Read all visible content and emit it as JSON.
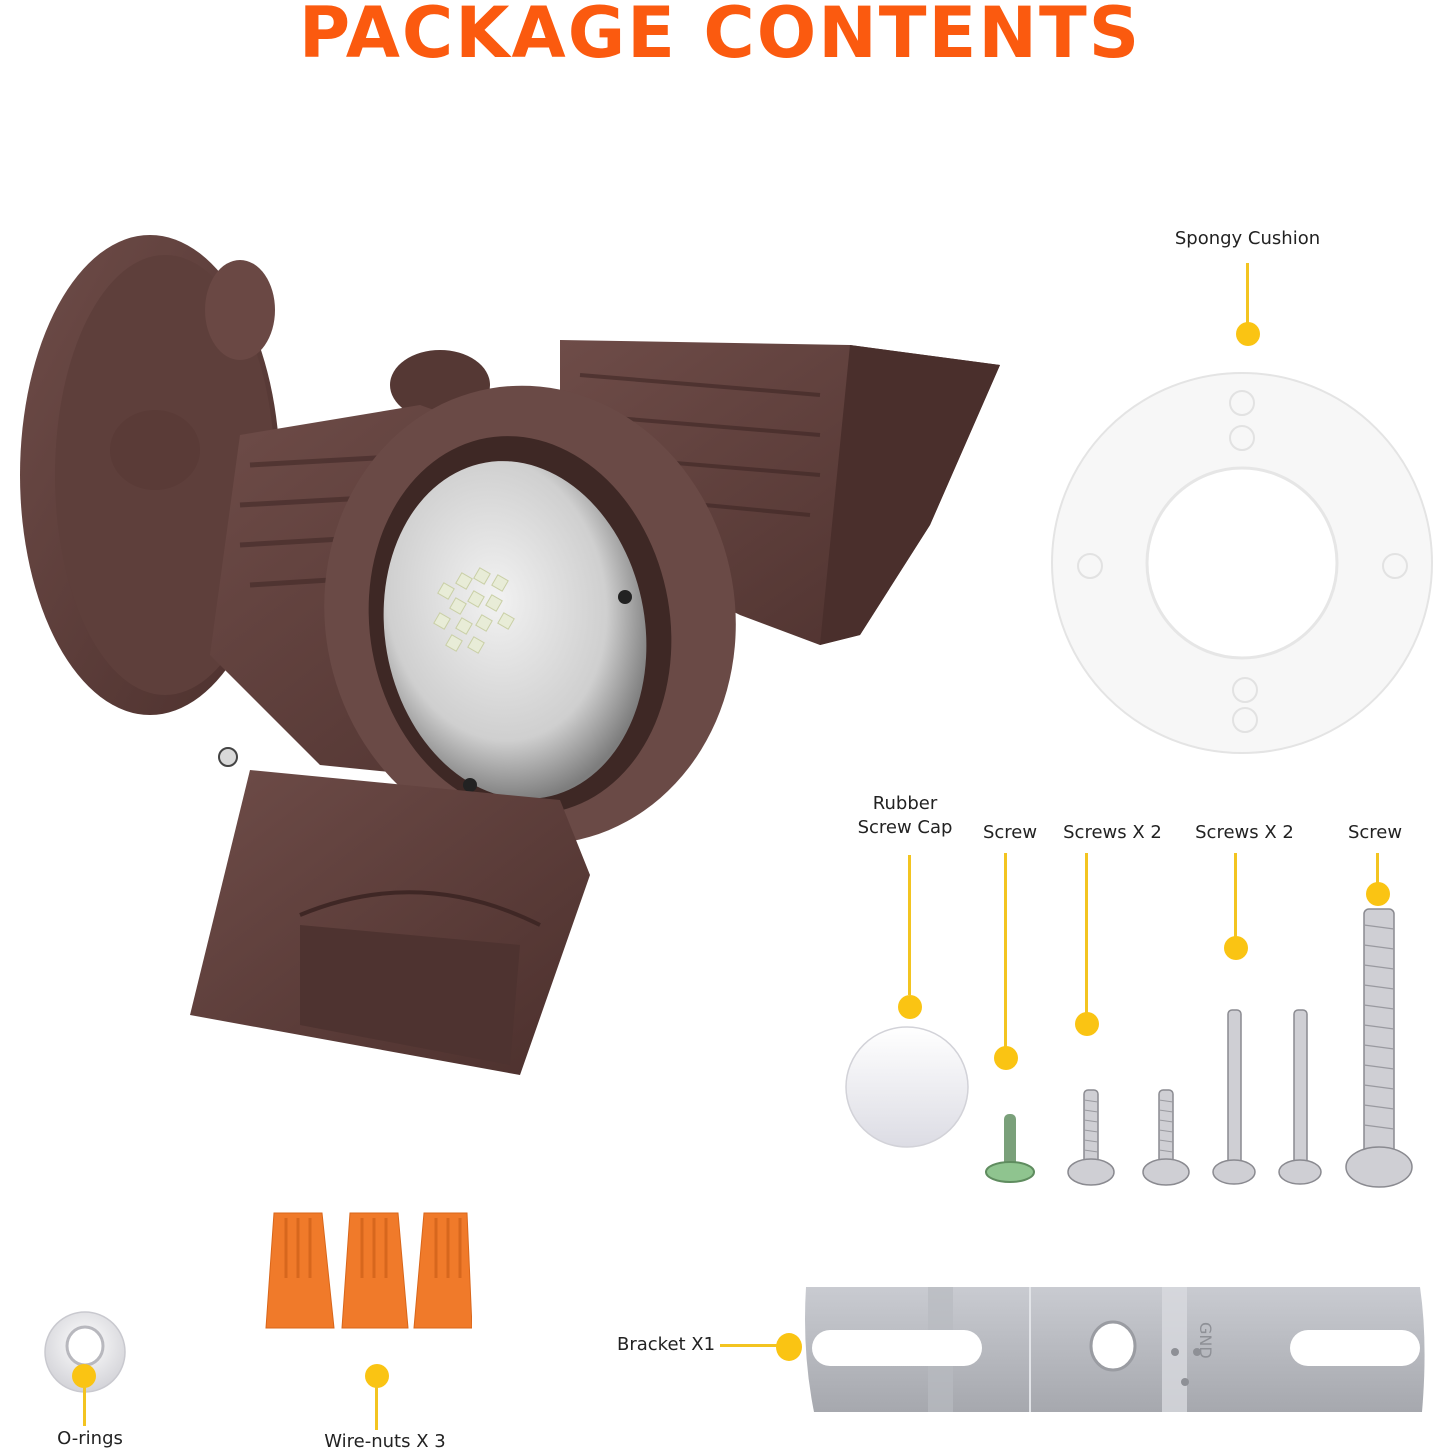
{
  "title": "PACKAGE CONTENTS",
  "colors": {
    "title": "#fb5a0f",
    "callout": "#fac413",
    "product_body": "#5a3b37",
    "wire_nut": "#f07a2a"
  },
  "product": {
    "name": "Motion-sensor dual-head flood light (bronze)"
  },
  "items": [
    {
      "id": "spongy-cushion",
      "label": "Spongy Cushion"
    },
    {
      "id": "rubber-screw-cap",
      "label_line1": "Rubber",
      "label_line2": "Screw Cap"
    },
    {
      "id": "screw-green",
      "label": "Screw"
    },
    {
      "id": "screws-short",
      "label": "Screws X 2"
    },
    {
      "id": "screws-medium",
      "label": "Screws X 2"
    },
    {
      "id": "screw-long",
      "label": "Screw"
    },
    {
      "id": "o-rings",
      "label": "O-rings"
    },
    {
      "id": "wire-nuts",
      "label": "Wire-nuts X 3"
    },
    {
      "id": "bracket",
      "label": "Bracket X1",
      "stamp": "GND"
    }
  ]
}
